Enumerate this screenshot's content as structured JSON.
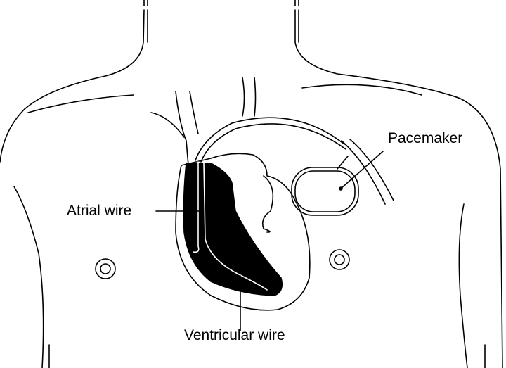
{
  "labels": {
    "pacemaker": "Pacemaker",
    "atrial_wire": "Atrial wire",
    "ventricular_wire": "Ventricular wire"
  },
  "colors": {
    "ink": "#000000",
    "background": "#ffffff"
  }
}
